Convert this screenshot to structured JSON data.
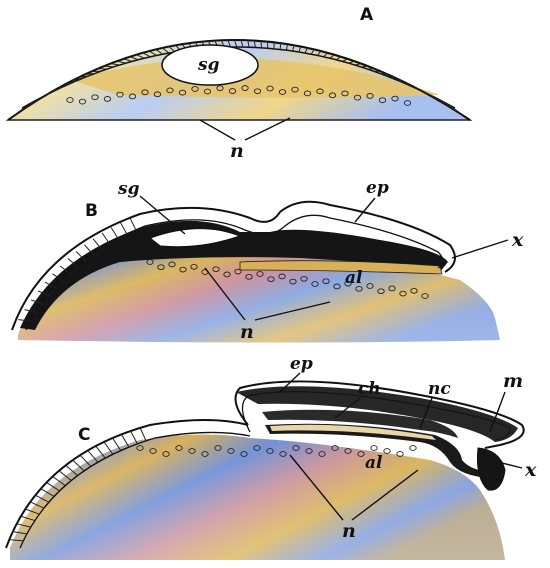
{
  "figure": {
    "panels": [
      {
        "letter": "A",
        "labels": {
          "sg": "sg",
          "n": "n"
        }
      },
      {
        "letter": "B",
        "labels": {
          "sg": "sg",
          "ep": "ep",
          "x": "x",
          "al": "al",
          "n": "n"
        }
      },
      {
        "letter": "C",
        "labels": {
          "ep": "ep",
          "ch": "ch",
          "nc": "nc",
          "m": "m",
          "al": "al",
          "x": "x",
          "n": "n"
        }
      }
    ]
  },
  "colors": {
    "ink": "#1a1a1a",
    "dark_layer": "#151515",
    "yolk_blue": "#6f8fd8",
    "yolk_gold": "#d9b255",
    "yolk_rose": "#c88a9a",
    "cell_yellow": "#e8c46a"
  }
}
